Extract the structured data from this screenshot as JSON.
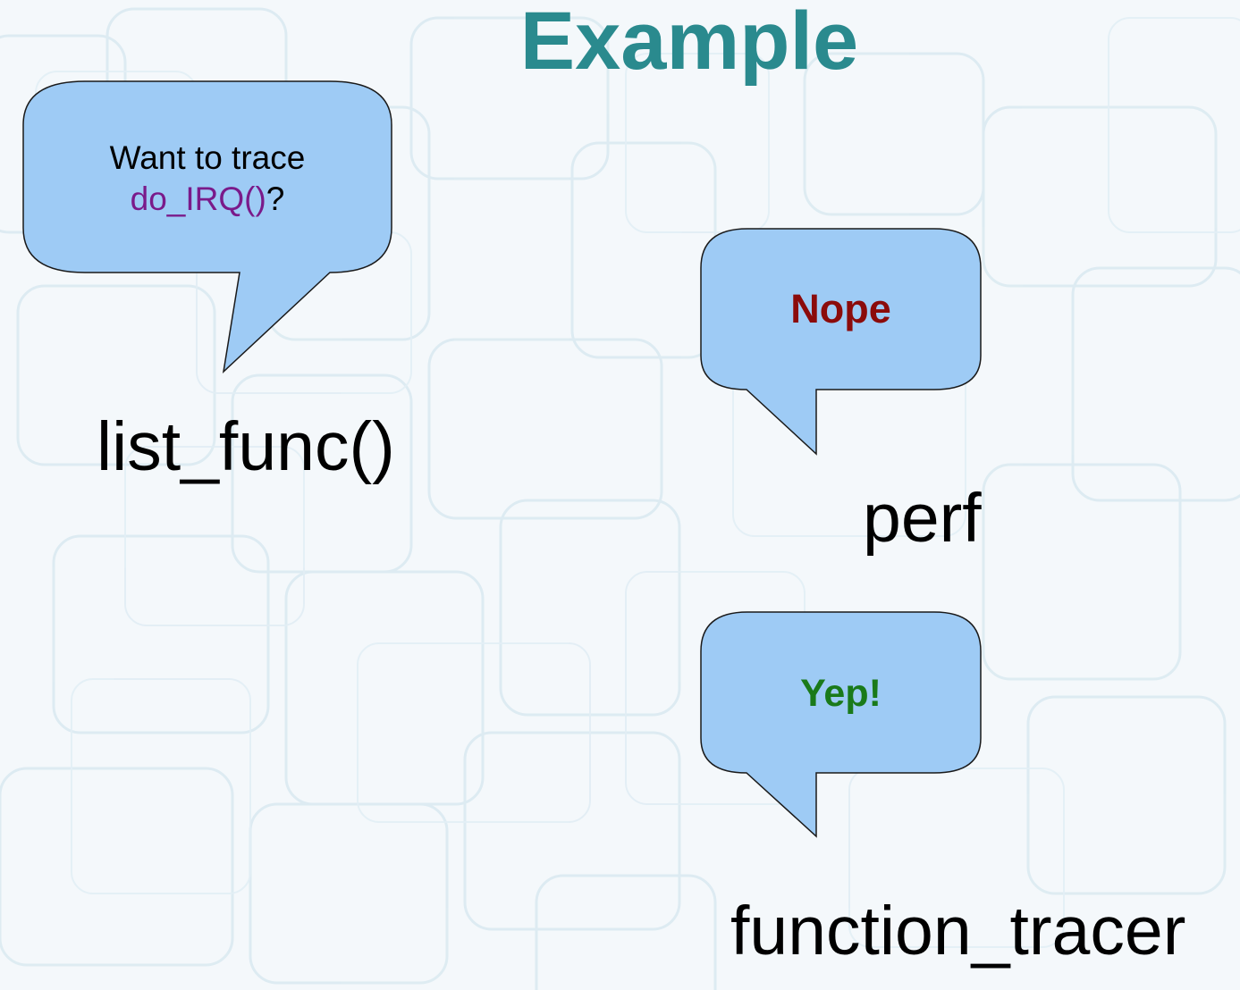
{
  "slide": {
    "title": "Example",
    "question": {
      "line1": "Want to trace",
      "function": "do_IRQ()",
      "suffix": "?"
    },
    "bubble_nope": "Nope",
    "bubble_yep": "Yep!",
    "caption_list_func": "list_func()",
    "caption_perf": "perf",
    "caption_function_tracer": "function_tracer"
  },
  "colors": {
    "title": "#2a8a8e",
    "bubble_fill": "#9ecbf5",
    "nope": "#8b0b0b",
    "yep": "#1a7a1a",
    "function_name": "#7a1a8a"
  }
}
